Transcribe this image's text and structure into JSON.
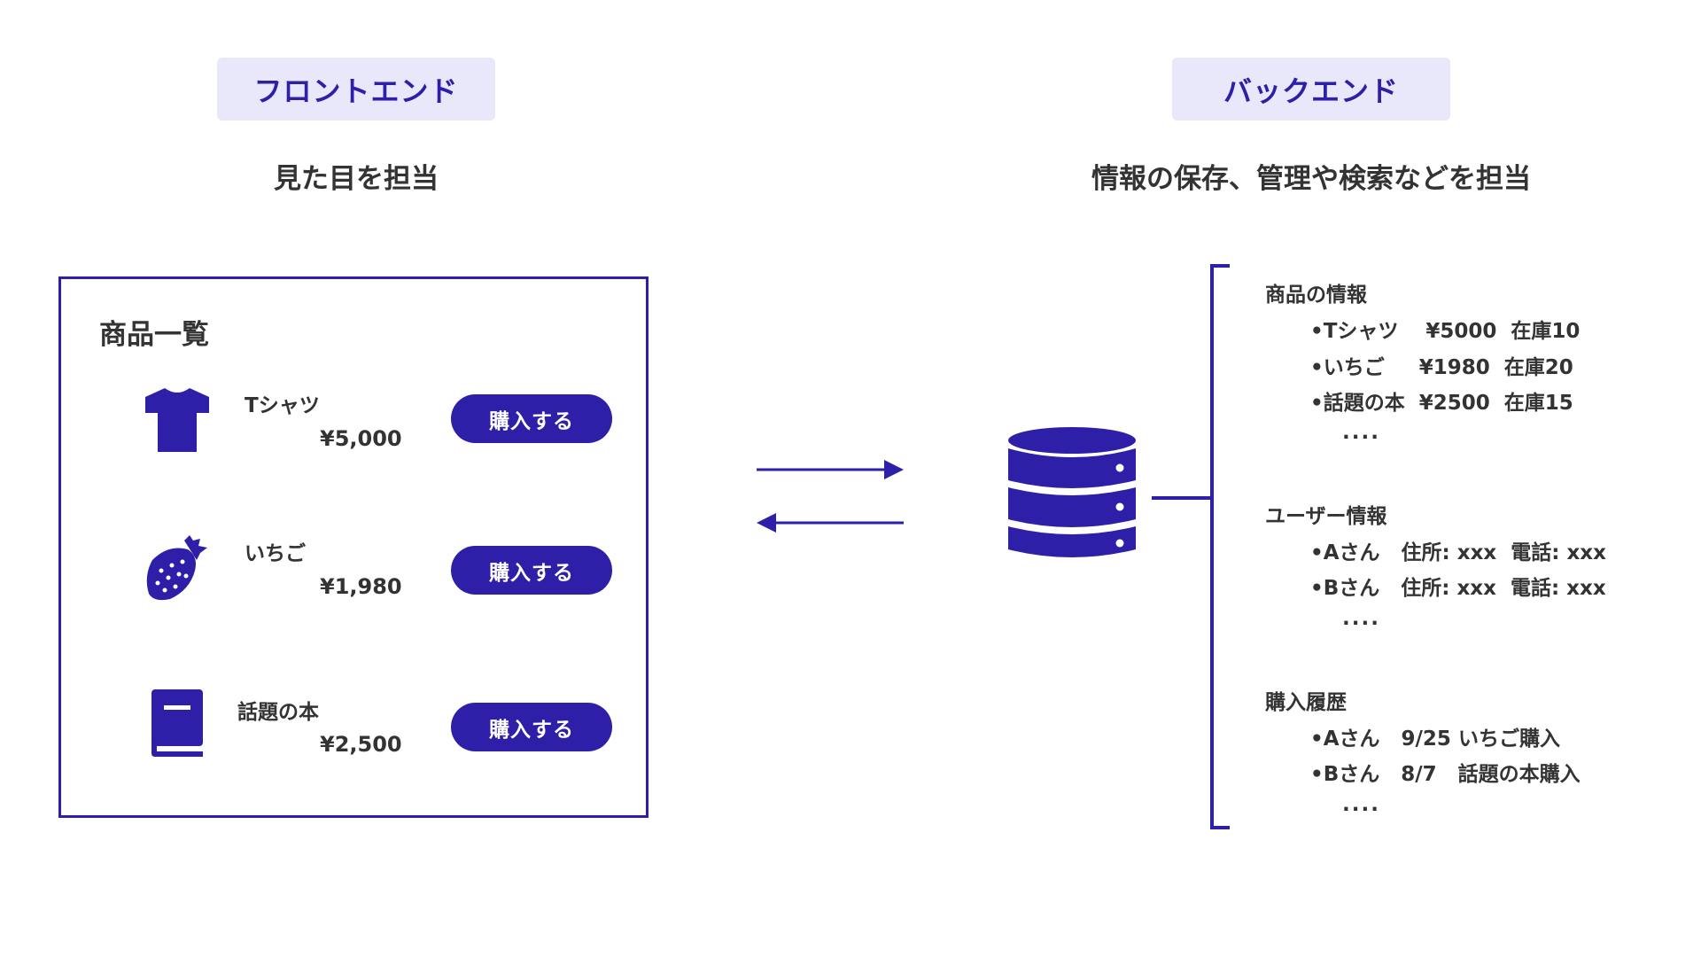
{
  "frontend": {
    "tag": "フロントエンド",
    "subtitle": "見た目を担当",
    "panel_title": "商品一覧",
    "items": [
      {
        "name": "Tシャツ",
        "price": "¥5,000",
        "button": "購入する",
        "icon": "tshirt-icon"
      },
      {
        "name": "いちご",
        "price": "¥1,980",
        "button": "購入する",
        "icon": "strawberry-icon"
      },
      {
        "name": "話題の本",
        "price": "¥2,500",
        "button": "購入する",
        "icon": "book-icon"
      }
    ]
  },
  "backend": {
    "tag": "バックエンド",
    "subtitle": "情報の保存、管理や検索などを担当",
    "sections": [
      {
        "heading": "商品の情報",
        "lines": [
          "•Tシャツ　 ¥5000  在庫10",
          "•いちご　  ¥1980  在庫20",
          "•話題の本  ¥2500  在庫15"
        ],
        "more": "...."
      },
      {
        "heading": "ユーザー情報",
        "lines": [
          "•Aさん   住所: xxx  電話: xxx",
          "•Bさん   住所: xxx  電話: xxx"
        ],
        "more": "...."
      },
      {
        "heading": "購入履歴",
        "lines": [
          "•Aさん   9/25 いちご購入",
          "•Bさん   8/7   話題の本購入"
        ],
        "more": "...."
      }
    ]
  },
  "colors": {
    "accent": "#2d1fa8",
    "tag_bg": "#e9e8fb",
    "text": "#333333"
  }
}
